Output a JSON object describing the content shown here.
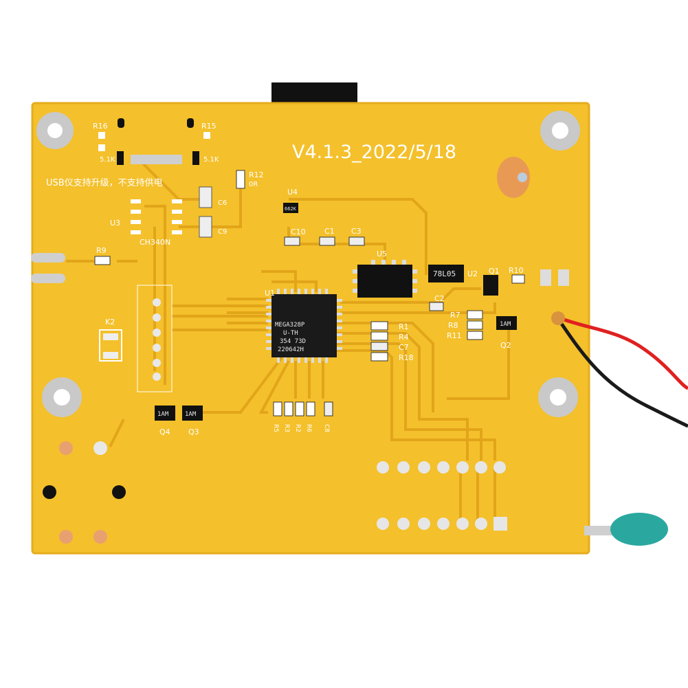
{
  "board": {
    "version_label": "V4.1.3_2022/5/18",
    "usb_note": "USB仪支持升级，不支持供电",
    "colors": {
      "pcb": "#f4c02b",
      "trace": "#e2a51a",
      "copper_pad": "#d8d8d8",
      "red_wire": "#e02020",
      "black_wire": "#1a1a1a",
      "thermistor": "#2aa8a0"
    }
  },
  "chips": {
    "mcu": {
      "designator": "U1",
      "lines": [
        "MEGA328P",
        "U-TH",
        "354 73D",
        "220642H"
      ]
    },
    "usb_bridge": {
      "designator": "U3",
      "name": "CH340N"
    },
    "regulator": {
      "designator": "U2",
      "name": "78L05"
    },
    "eeprom": {
      "designator": "U5"
    },
    "reference": {
      "designator": "U4",
      "marking": "662K"
    }
  },
  "silkscreen": {
    "r16": "R16",
    "r15": "R15",
    "r12": "R12",
    "r12_value": "0R",
    "r9": "R9",
    "k2": "K2",
    "c6": "C6",
    "c9": "C9",
    "c10": "C10",
    "c1": "C1",
    "c3": "C3",
    "c2": "C2",
    "q1": "Q1",
    "r10": "R10",
    "r7": "R7",
    "r8": "R8",
    "r11": "R11",
    "q2": "Q2",
    "r1": "R1",
    "r4": "R4",
    "c7": "C7",
    "r18": "R18",
    "q4": "Q4",
    "q3": "Q3",
    "res_51k_a": "5.1K",
    "res_51k_b": "5.1K",
    "tr_1am_a": "1AM",
    "tr_1am_b": "1AM",
    "tr_1am_c": "1AM",
    "bottom_row": [
      "R5",
      "R3",
      "R2",
      "R6",
      "C8"
    ]
  }
}
